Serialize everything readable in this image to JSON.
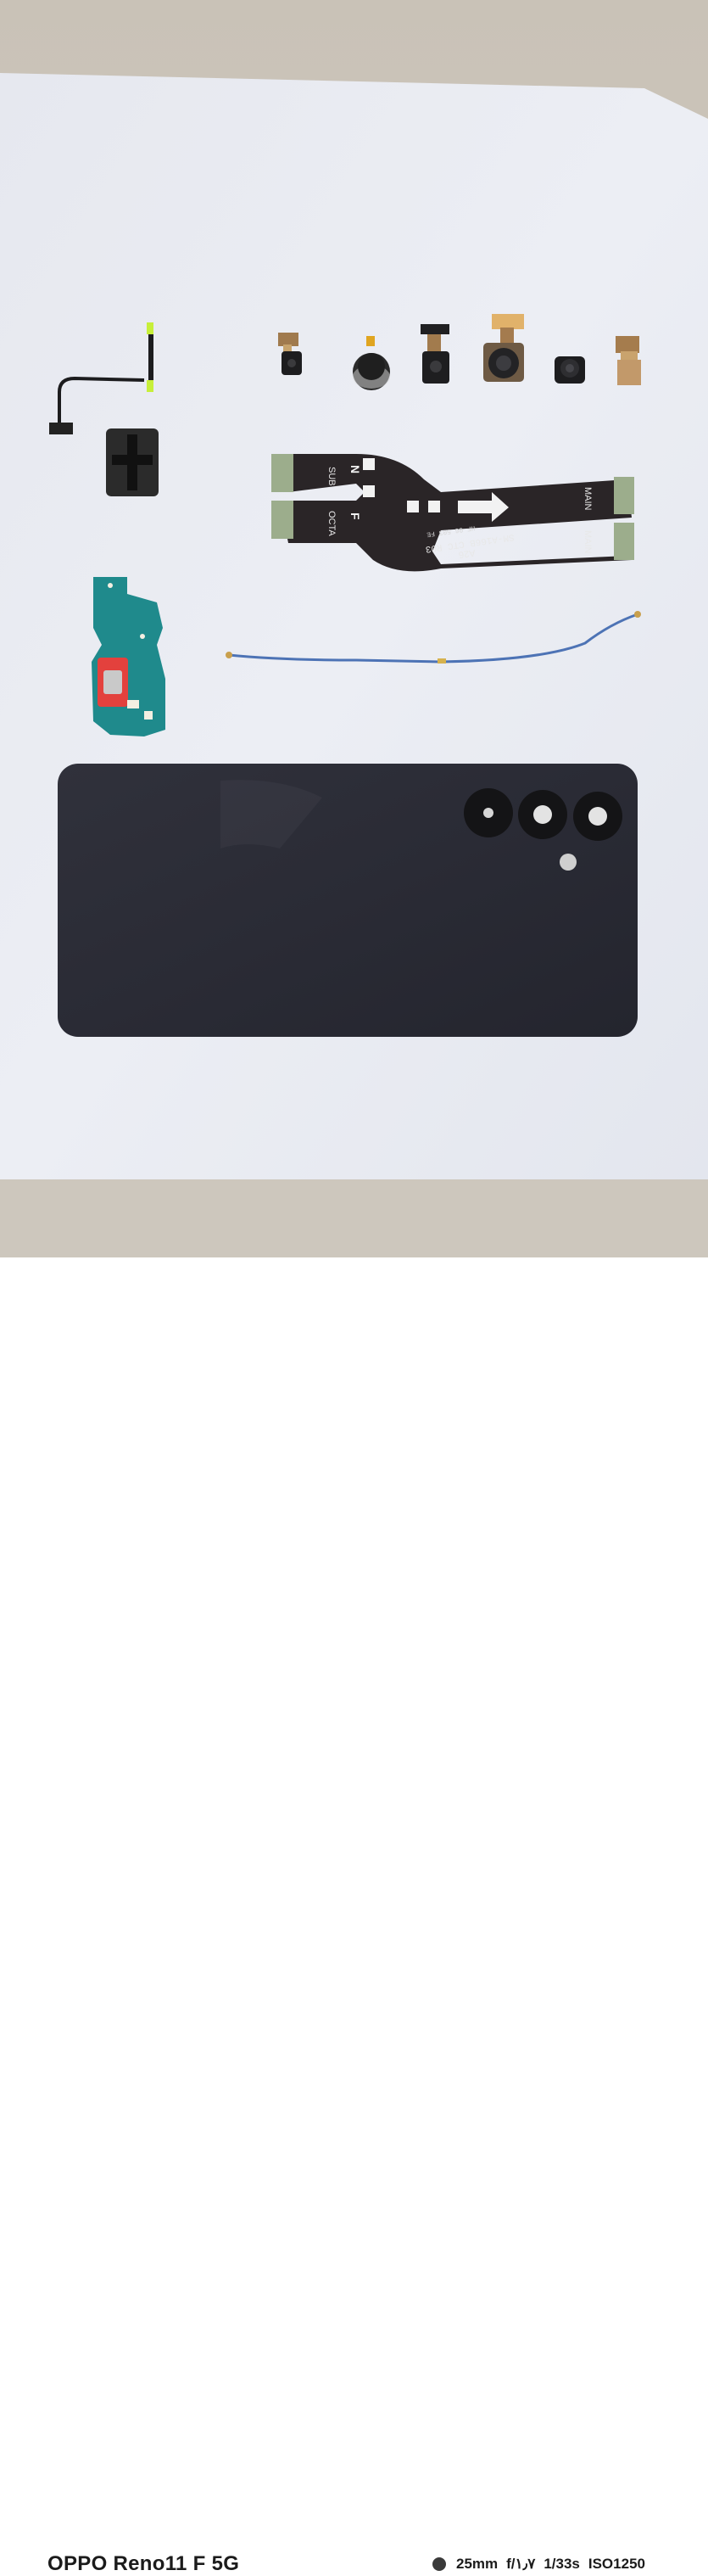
{
  "photo": {
    "flex_cable": {
      "line1_left": "SUB",
      "line1_letter": "N",
      "line2_left": "OCTA",
      "line2_letter": "F",
      "main_top": "MAIN",
      "main_bottom": "MAIN",
      "part_code": "SM-A166B CTC R03",
      "model": "A26",
      "small_code": "HF 06 503 FE"
    }
  },
  "footer": {
    "device_name": "OPPO Reno11 F 5G",
    "focal_length": "25mm",
    "aperture": "f/۱٫۷",
    "shutter": "1/33s",
    "iso": "ISO1250"
  },
  "colors": {
    "background_wall": "#cfc8bd",
    "paper": "#e9ebf2",
    "back_cover": "#2c2d37",
    "charging_board": "#1f8a8c",
    "flex_cable": "#2a2527"
  }
}
